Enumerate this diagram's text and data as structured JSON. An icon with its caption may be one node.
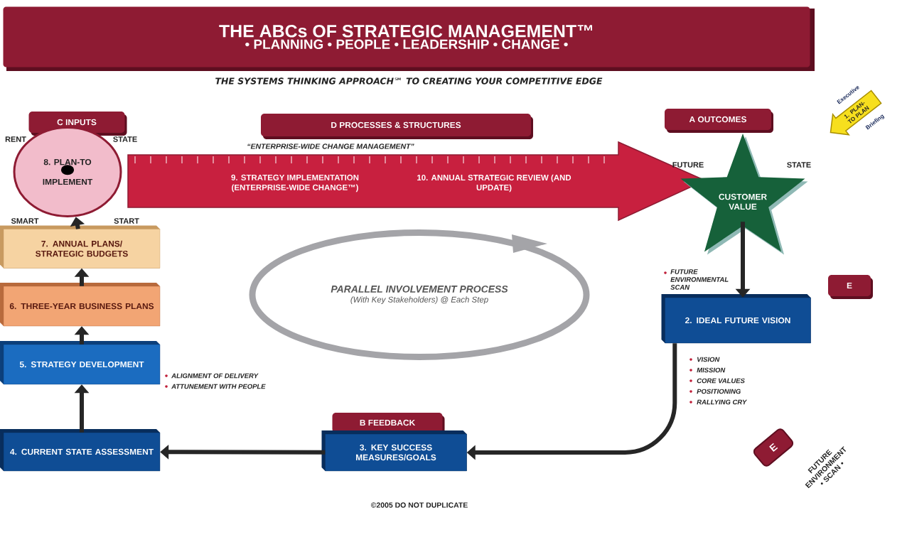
{
  "diagram": {
    "title": "THE SYSTEMS THINKING APPROACH℠ TO CREATING YOUR COMPETITIVE EDGE",
    "nodes": [
      {
        "text": [
          "THE ABCs OF STRATEGIC MANAGEMENT™",
          "• PLANNING • PEOPLE • LEADERSHIP • CHANGE •"
        ]
      },
      {
        "text": [
          "C INPUTS"
        ]
      },
      {
        "text": [
          "8. PLAN-TO",
          "IMPLEMENT"
        ],
        "beside": [
          "RENT",
          "STATE",
          "SMART",
          "START"
        ]
      },
      {
        "text": [
          "D PROCESSES & STRUCTURES"
        ]
      },
      {
        "text": [
          "9. STRATEGY IMPLEMENTATION (ENTERPRISE-WIDE CHANGE™)",
          "10. ANNUAL STRATEGIC REVIEW (AND UPDATE)"
        ],
        "beside": [
          "“ENTERPRISE-WIDE CHANGE MANAGEMENT”"
        ]
      },
      {
        "text": [
          "A OUTCOMES"
        ]
      },
      {
        "text": [
          "CUSTOMER VALUE"
        ],
        "beside": [
          "FUTURE",
          "STATE"
        ]
      },
      {
        "text": [
          "Executive",
          "1. PLAN-TO PLAN",
          "Briefing"
        ]
      },
      {
        "text": [
          "E"
        ]
      },
      {
        "text": [
          "2. IDEAL FUTURE VISION"
        ],
        "beside": [
          "FUTURE ENVIRONMENTAL SCAN",
          "VISION",
          "MISSION",
          "CORE VALUES",
          "POSITIONING",
          "RALLYING CRY"
        ]
      },
      {
        "text": [
          "B FEEDBACK"
        ]
      },
      {
        "text": [
          "3. KEY SUCCESS MEASURES/GOALS"
        ]
      },
      {
        "text": [
          "E"
        ],
        "beside": [
          "FUTURE ENVIRONMENT • SCAN •"
        ]
      },
      {
        "text": [
          "4. CURRENT STATE ASSESSMENT"
        ]
      },
      {
        "text": [
          "5. STRATEGY DEVELOPMENT"
        ],
        "beside": [
          "ALIGNMENT OF DELIVERY",
          "ATTUNEMENT WITH PEOPLE"
        ]
      },
      {
        "text": [
          "6. THREE-YEAR BUSINESS PLANS"
        ]
      },
      {
        "text": [
          "7. ANNUAL PLANS/ STRATEGIC BUDGETS"
        ]
      },
      {
        "text": [
          "PARALLEL INVOLVEMENT PROCESS",
          "(With Key Stakeholders) @ Each Step"
        ]
      }
    ],
    "edges": [
      {
        "from": 6,
        "to": 9,
        "arrow": "to"
      },
      {
        "from": 9,
        "to": 11,
        "arrow": "to"
      },
      {
        "from": 11,
        "to": 13,
        "arrow": "to"
      },
      {
        "from": 13,
        "to": 14,
        "arrow": "to"
      },
      {
        "from": 14,
        "to": 15,
        "arrow": "to"
      },
      {
        "from": 15,
        "to": 16,
        "arrow": "to"
      },
      {
        "from": 16,
        "to": 2,
        "arrow": "to"
      }
    ],
    "labels": [
      "©2005 DO NOT DUPLICATE"
    ]
  }
}
